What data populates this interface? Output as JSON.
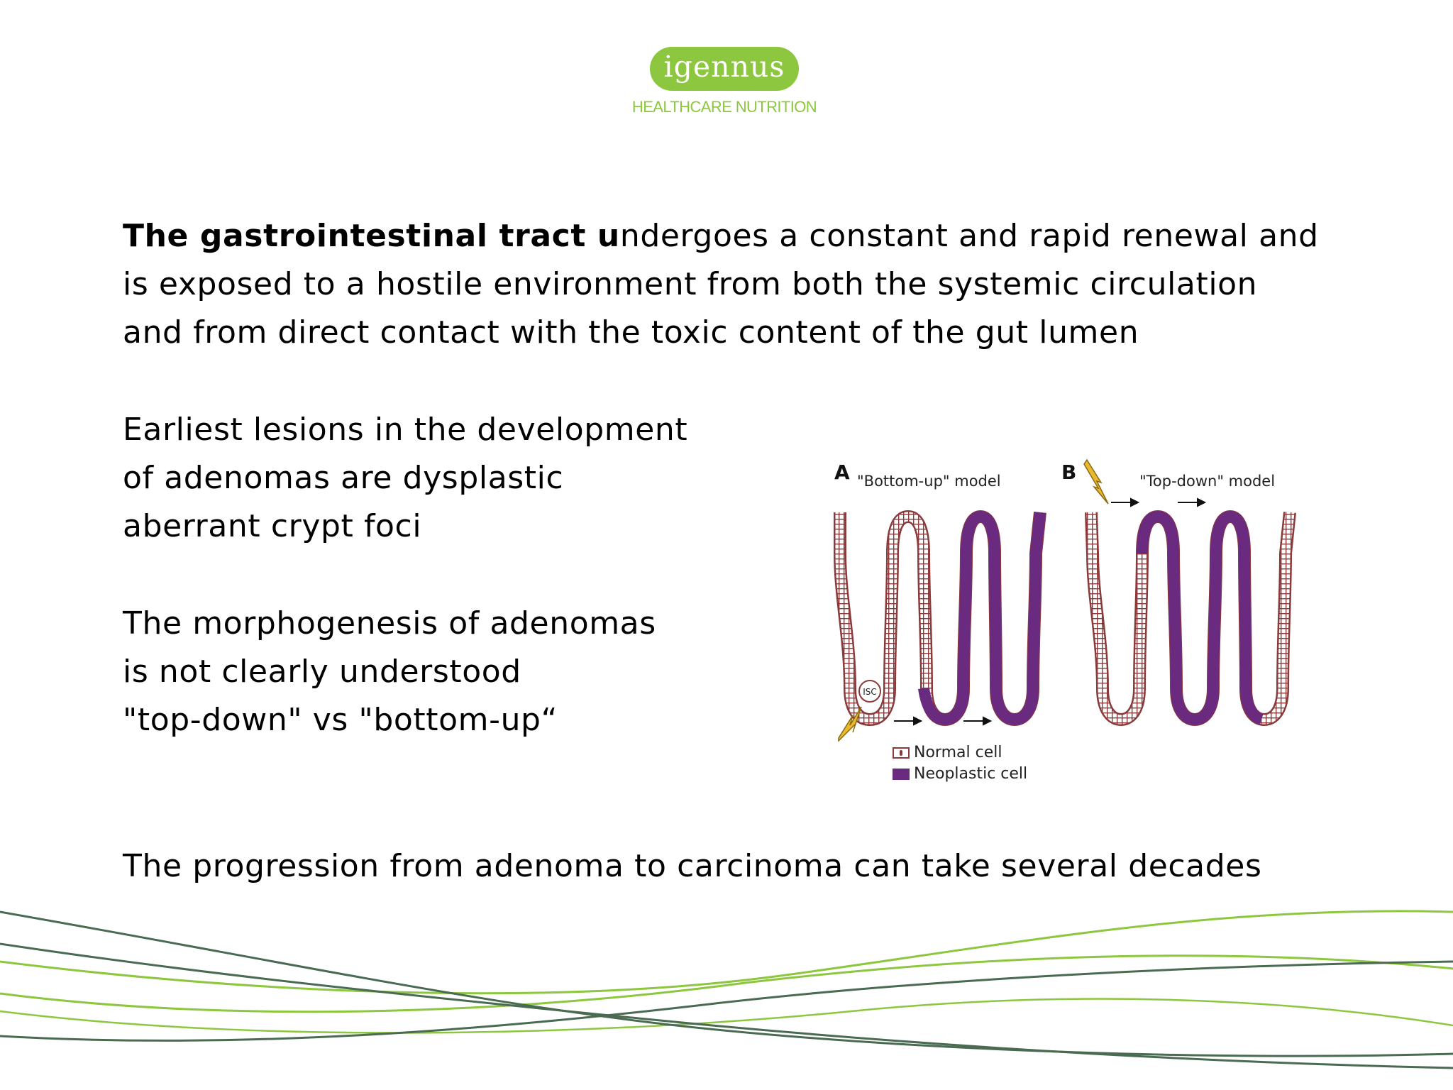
{
  "logo": {
    "name": "igennus",
    "tagline": "HEALTHCARE NUTRITION",
    "brand_color": "#8dc63f"
  },
  "intro": {
    "bold_lead": "The gastrointestinal tract u",
    "line1_rest": "ndergoes a constant and rapid renewal and",
    "line2": "is exposed to a hostile environment from both the systemic circulation",
    "line3": "and from  direct contact with the toxic content of the gut lumen"
  },
  "lesions": {
    "line1": "Earliest lesions in the development",
    "line2": "of adenomas are dysplastic",
    "line3": "aberrant crypt foci"
  },
  "morphogenesis": {
    "line1": "The morphogenesis of adenomas",
    "line2": "is not clearly understood",
    "line3": "\"top-down\" vs \"bottom-up“"
  },
  "progression": {
    "text": "The progression from adenoma to carcinoma can take several decades"
  },
  "figure": {
    "panel_a_letter": "A",
    "panel_a_caption": "\"Bottom-up\" model",
    "panel_b_letter": "B",
    "panel_b_caption": "\"Top-down\" model",
    "isc_label": "ISC",
    "legend_normal": "Normal cell",
    "legend_neoplastic": "Neoplastic cell",
    "normal_color": "#8a3a3a",
    "neoplastic_color": "#6a2a80",
    "lightning_color": "#e8b830"
  },
  "waves": {
    "green_color": "#8dc63f",
    "dark_color": "#4a6b52"
  }
}
